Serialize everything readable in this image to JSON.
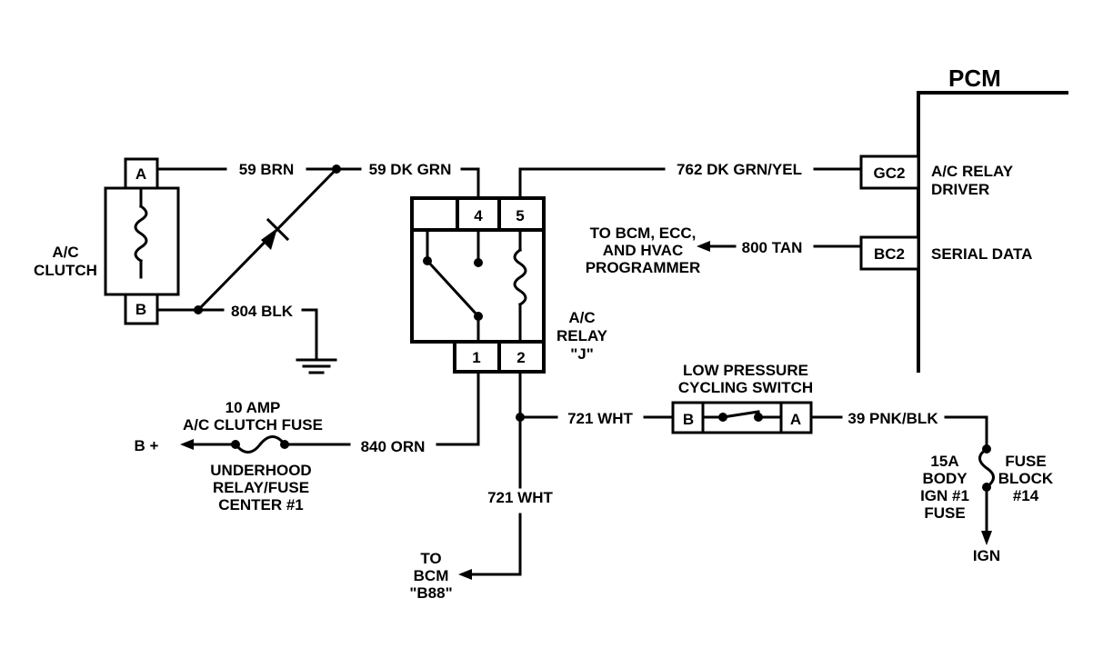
{
  "pcm": {
    "title": "PCM",
    "gc2_pin": "GC2",
    "gc2_label_1": "A/C RELAY",
    "gc2_label_2": "DRIVER",
    "bc2_pin": "BC2",
    "bc2_label": "SERIAL DATA"
  },
  "clutch": {
    "pin_a": "A",
    "pin_b": "B",
    "label_1": "A/C",
    "label_2": "CLUTCH"
  },
  "relay": {
    "pin_4": "4",
    "pin_5": "5",
    "pin_1": "1",
    "pin_2": "2",
    "label_1": "A/C",
    "label_2": "RELAY",
    "label_3": "\"J\""
  },
  "wires": {
    "w59_brn": "59 BRN",
    "w59_dkgrn": "59 DK GRN",
    "w762": "762 DK GRN/YEL",
    "w800": "800 TAN",
    "w804": "804 BLK",
    "w840": "840 ORN",
    "w721_a": "721 WHT",
    "w721_b": "721 WHT",
    "w39": "39 PNK/BLK"
  },
  "bcm_serial": {
    "line_1": "TO BCM, ECC,",
    "line_2": "AND HVAC",
    "line_3": "PROGRAMMER"
  },
  "clutch_fuse": {
    "line_1": "10 AMP",
    "line_2": "A/C CLUTCH FUSE",
    "source": "B +",
    "loc_1": "UNDERHOOD",
    "loc_2": "RELAY/FUSE",
    "loc_3": "CENTER #1"
  },
  "pressure_switch": {
    "line_1": "LOW PRESSURE",
    "line_2": "CYCLING SWITCH",
    "pin_b": "B",
    "pin_a": "A"
  },
  "body_fuse": {
    "left_1": "15A",
    "left_2": "BODY",
    "left_3": "IGN #1",
    "left_4": "FUSE",
    "right_1": "FUSE",
    "right_2": "BLOCK",
    "right_3": "#14",
    "ign": "IGN"
  },
  "bcm_b88": {
    "line_1": "TO",
    "line_2": "BCM",
    "line_3": "\"B88\""
  }
}
